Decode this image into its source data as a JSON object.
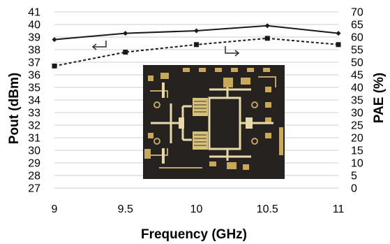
{
  "chart_data": {
    "type": "line",
    "title": "",
    "xlabel": "Frequency (GHz)",
    "ylabel_left": "Pout (dBm)",
    "ylabel_right": "PAE (%)",
    "x": [
      9,
      9.5,
      10,
      10.5,
      11
    ],
    "x_tick_labels": [
      "9",
      "9.5",
      "10",
      "10.5",
      "11"
    ],
    "xlim": [
      9,
      11
    ],
    "ylim_left": [
      27,
      41
    ],
    "y_left_tick_labels": [
      "27",
      "28",
      "29",
      "30",
      "31",
      "32",
      "33",
      "34",
      "35",
      "36",
      "37",
      "38",
      "39",
      "40",
      "41"
    ],
    "ylim_right": [
      0,
      70
    ],
    "y_right_tick_labels": [
      "0",
      "5",
      "10",
      "15",
      "20",
      "25",
      "30",
      "35",
      "40",
      "45",
      "50",
      "55",
      "60",
      "65",
      "70"
    ],
    "grid": "horizontal",
    "legend": "none",
    "series": [
      {
        "axis": "left",
        "values": [
          38.8,
          39.3,
          39.5,
          39.9,
          39.3
        ],
        "line_style": "solid",
        "marker": "diamond",
        "color": "#1a1a1a"
      },
      {
        "axis": "right",
        "values": [
          48.5,
          54,
          57,
          59.5,
          57
        ],
        "line_style": "dashed",
        "marker": "square",
        "color": "#1a1a1a"
      }
    ],
    "annotations": [
      {
        "type": "arrow",
        "points_to": "left-axis",
        "attached_series": 0
      },
      {
        "type": "arrow",
        "points_to": "right-axis",
        "attached_series": 1
      }
    ],
    "inset": {
      "type": "photo",
      "subject": "MMIC chip die"
    }
  }
}
